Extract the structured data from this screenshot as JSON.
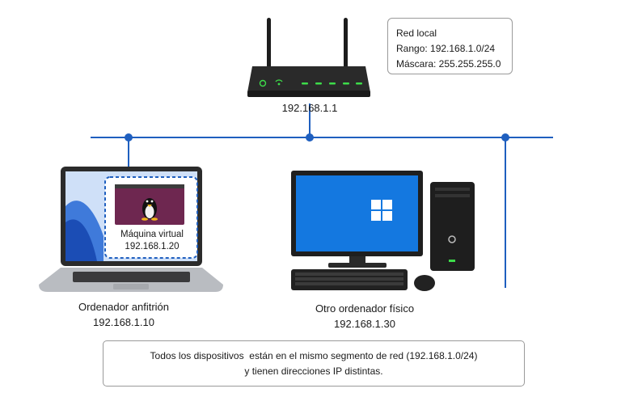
{
  "network_info": {
    "title": "Red local",
    "range": "Rango: 192.168.1.0/24",
    "mask": "Máscara: 255.255.255.0"
  },
  "router": {
    "ip": "192.168.1.1"
  },
  "host": {
    "name": "Ordenador anfitrión",
    "ip": "192.168.1.10"
  },
  "vm": {
    "name": "Máquina virtual",
    "ip": "192.168.1.20",
    "os_icon": "linux-tux-icon"
  },
  "pc": {
    "name": "Otro ordenador físico",
    "ip": "192.168.1.30",
    "os_icon": "windows-logo-icon"
  },
  "footer": {
    "line1": "Todos los dispositivos  están en el mismo segmento de red (192.168.1.0/24)",
    "line2": "y tienen direcciones IP distintas."
  },
  "colors": {
    "network_line": "#1f5fbf",
    "router_leds": "#3ddc4a",
    "vm_desktop": "#6e2750",
    "windows_desktop": "#1478e0"
  }
}
